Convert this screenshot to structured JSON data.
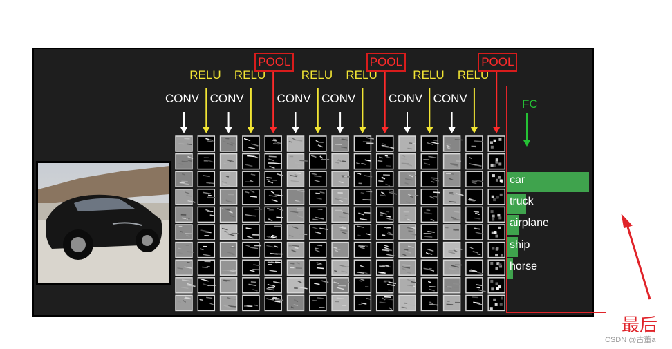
{
  "layers": [
    {
      "type": "conv",
      "label": "CONV"
    },
    {
      "type": "relu",
      "label": "RELU"
    },
    {
      "type": "conv",
      "label": "CONV"
    },
    {
      "type": "relu",
      "label": "RELU"
    },
    {
      "type": "pool",
      "label": "POOL"
    },
    {
      "type": "conv",
      "label": "CONV"
    },
    {
      "type": "relu",
      "label": "RELU"
    },
    {
      "type": "conv",
      "label": "CONV"
    },
    {
      "type": "relu",
      "label": "RELU"
    },
    {
      "type": "pool",
      "label": "POOL"
    },
    {
      "type": "conv",
      "label": "CONV"
    },
    {
      "type": "relu",
      "label": "RELU"
    },
    {
      "type": "conv",
      "label": "CONV"
    },
    {
      "type": "relu",
      "label": "RELU"
    },
    {
      "type": "pool",
      "label": "POOL"
    }
  ],
  "fc": {
    "label": "FC"
  },
  "classes": [
    {
      "name": "car",
      "score": 1.0
    },
    {
      "name": "truck",
      "score": 0.23
    },
    {
      "name": "airplane",
      "score": 0.14
    },
    {
      "name": "ship",
      "score": 0.13
    },
    {
      "name": "horse",
      "score": 0.07
    }
  ],
  "annotation": {
    "text": "最后"
  },
  "watermark": "CSDN @古董a",
  "colors": {
    "conv": "#ffffff",
    "relu": "#f2e534",
    "pool": "#ff2a2a",
    "fc": "#25c235",
    "bar": "#3fa34d",
    "annotation": "#e0242a",
    "panel": "#1e1e1e"
  }
}
